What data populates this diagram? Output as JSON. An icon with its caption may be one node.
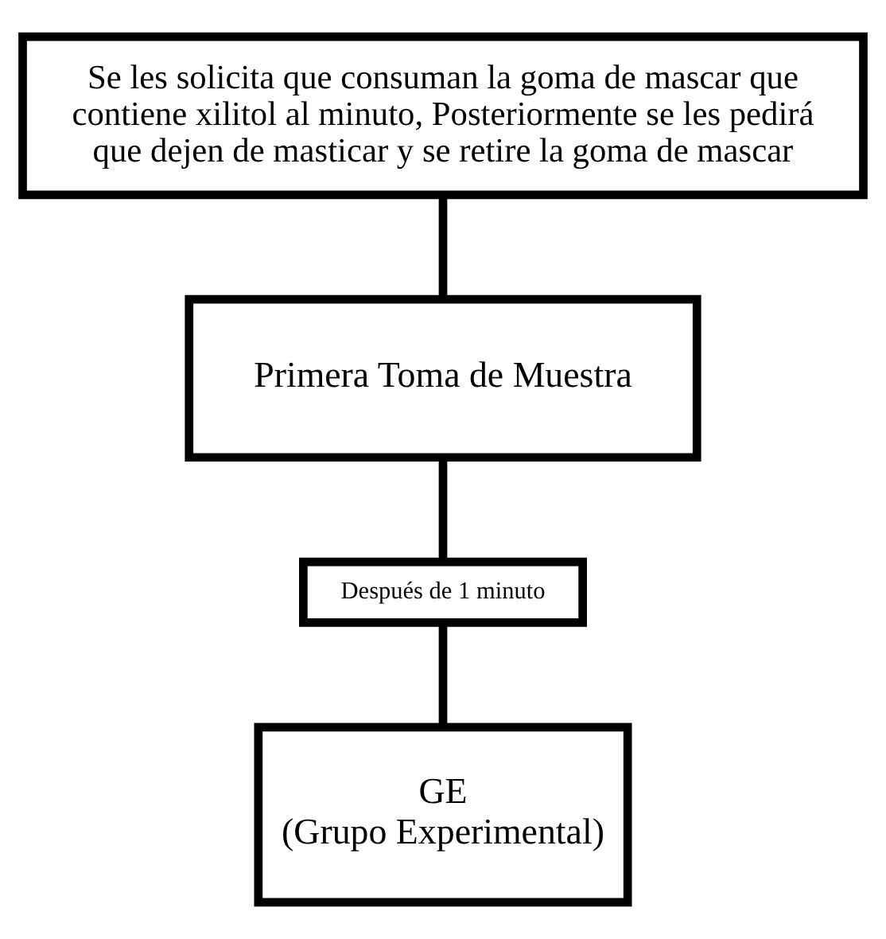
{
  "diagram": {
    "nodes": [
      {
        "text": [
          "Se les solicita que consuman la goma de mascar que contiene xilitol al minuto, Posteriormente se les pedirá que dejen de masticar y se retire la goma de mascar"
        ]
      },
      {
        "text": [
          "Primera Toma de Muestra"
        ]
      },
      {
        "text": [
          "Después de 1 minuto"
        ]
      },
      {
        "text": [
          "GE",
          "(Grupo Experimental)"
        ]
      }
    ],
    "edges": [
      {
        "from": 0,
        "to": 1,
        "arrow": "none"
      },
      {
        "from": 1,
        "to": 2,
        "arrow": "none"
      },
      {
        "from": 2,
        "to": 3,
        "arrow": "none"
      }
    ]
  }
}
